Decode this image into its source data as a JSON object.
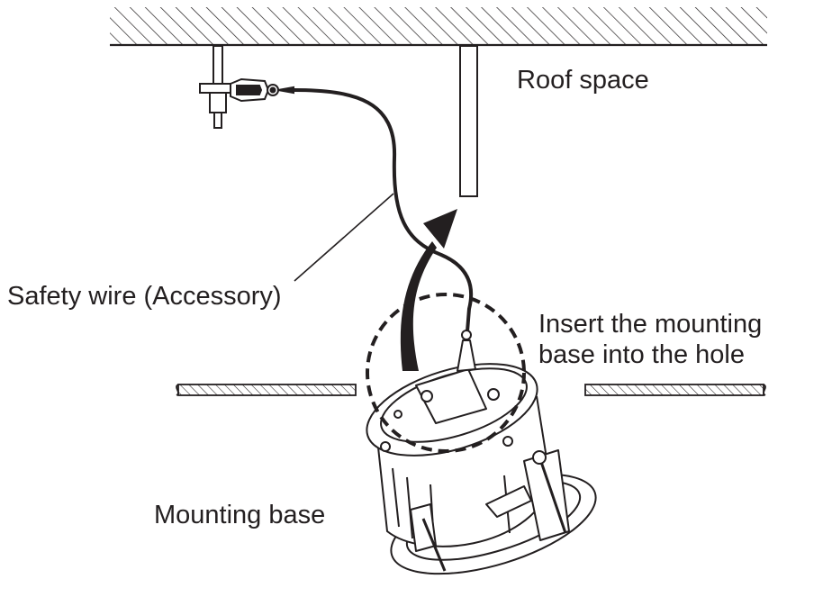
{
  "labels": {
    "roof_space": "Roof space",
    "safety_wire": "Safety wire (Accessory)",
    "insert_line1": "Insert the mounting",
    "insert_line2": "base into the hole",
    "mounting_base": "Mounting base"
  },
  "colors": {
    "ink": "#231f20",
    "background": "#ffffff"
  }
}
